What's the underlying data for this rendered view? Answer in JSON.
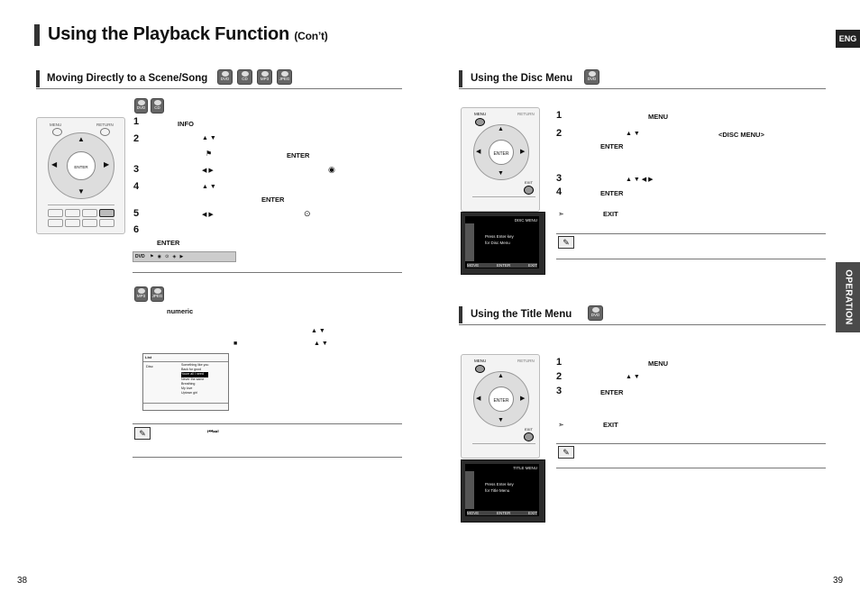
{
  "header": {
    "title": "Using the Playback Function",
    "title_suffix": "(Con’t)",
    "lang_badge": "ENG"
  },
  "side_tab": {
    "label": "OPERATION"
  },
  "left": {
    "section1": {
      "title": "Moving Directly to a Scene/Song",
      "badges": [
        "DVD",
        "CD",
        "MP3",
        "JPEG"
      ]
    },
    "sub_badges1": [
      "DVD",
      "CD"
    ],
    "remote": {
      "menu": "MENU",
      "return": "RETURN",
      "center": "ENTER"
    },
    "steps": [
      {
        "num": "1",
        "keyword": "INFO"
      },
      {
        "num": "2",
        "keyword": "ENTER"
      },
      {
        "num": "3",
        "keyword": ""
      },
      {
        "num": "4",
        "keyword": "ENTER"
      },
      {
        "num": "5",
        "keyword": ""
      },
      {
        "num": "6",
        "keyword": "ENTER"
      }
    ],
    "info_bar": "DVD",
    "sub_badges2": [
      "MP3",
      "JPEG"
    ],
    "numeric_label": "numeric",
    "list_screen": {
      "header": "List",
      "folder": "Disc",
      "items": [
        "Something like you",
        "Back for good",
        "Youre all I need",
        "Never the same",
        "Breathing",
        "My love",
        "Uptown girl"
      ]
    }
  },
  "right": {
    "disc_menu": {
      "title": "Using the Disc Menu",
      "badge": "DVD",
      "steps": [
        {
          "num": "1",
          "keyword": "MENU"
        },
        {
          "num": "2",
          "keyword": "<DISC MENU>",
          "keyword2": "ENTER"
        },
        {
          "num": "3",
          "keyword": ""
        },
        {
          "num": "4",
          "keyword": "ENTER"
        }
      ],
      "exit_keyword": "EXIT",
      "screen": {
        "tab": "DISC MENU",
        "line1": "Press Enter key",
        "line2": "for Disc Menu",
        "footer": [
          "MOVE",
          "ENTER",
          "EXIT"
        ]
      }
    },
    "title_menu": {
      "title": "Using the Title Menu",
      "badge": "DVD",
      "steps": [
        {
          "num": "1",
          "keyword": "MENU"
        },
        {
          "num": "2",
          "keyword": ""
        },
        {
          "num": "3",
          "keyword": "ENTER"
        }
      ],
      "exit_keyword": "EXIT",
      "screen": {
        "tab": "TITLE MENU",
        "line1": "Press Enter key",
        "line2": "for Title Menu",
        "footer": [
          "MOVE",
          "ENTER",
          "EXIT"
        ]
      }
    },
    "remote": {
      "menu": "MENU",
      "return": "RETURN",
      "center": "ENTER",
      "exit": "EXIT"
    }
  },
  "footer": {
    "page_left": "38",
    "page_right": "39"
  }
}
